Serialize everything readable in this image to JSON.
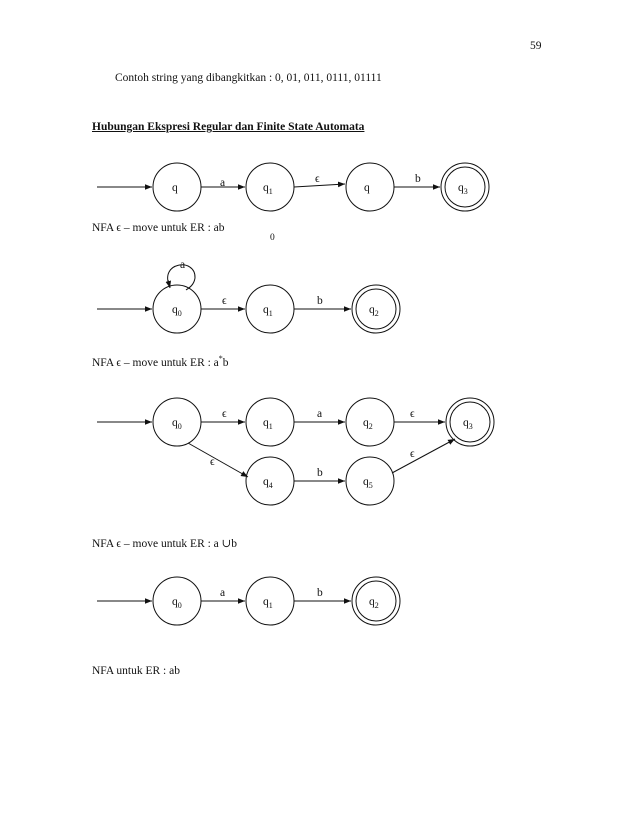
{
  "page_number": "59",
  "intro_text": "Contoh string yang dibangkitkan : 0, 01, 011, 0111, 01111",
  "section_title": "Hubungan Ekspresi Regular dan Finite State Automata",
  "diagrams": [
    {
      "caption": "NFA ϵ – move untuk ER : ab",
      "states": [
        {
          "base": "q",
          "sub": "",
          "final": false
        },
        {
          "base": "q",
          "sub": "1",
          "final": false
        },
        {
          "base": "q",
          "sub": "",
          "final": false
        },
        {
          "base": "q",
          "sub": "3",
          "final": true
        }
      ],
      "edge_labels": [
        "a",
        "ϵ",
        "b"
      ],
      "stray_text": "0"
    },
    {
      "caption": "NFA ϵ – move untuk ER : a",
      "caption_sup": "*",
      "caption_tail": "b",
      "states": [
        {
          "base": "q",
          "sub": "0",
          "final": false
        },
        {
          "base": "q",
          "sub": "1",
          "final": false
        },
        {
          "base": "q",
          "sub": "2",
          "final": true
        }
      ],
      "loop_label": "a",
      "edge_labels": [
        "ϵ",
        "b"
      ]
    },
    {
      "caption": "NFA ϵ – move untuk ER : a ∪b",
      "states": [
        {
          "base": "q",
          "sub": "0",
          "final": false
        },
        {
          "base": "q",
          "sub": "1",
          "final": false
        },
        {
          "base": "q",
          "sub": "2",
          "final": false
        },
        {
          "base": "q",
          "sub": "3",
          "final": true
        },
        {
          "base": "q",
          "sub": "4",
          "final": false
        },
        {
          "base": "q",
          "sub": "5",
          "final": false
        }
      ],
      "edge_labels": [
        "ϵ",
        "a",
        "ϵ",
        "ϵ",
        "b",
        "ϵ"
      ]
    },
    {
      "caption": "NFA untuk ER : ab",
      "states": [
        {
          "base": "q",
          "sub": "0",
          "final": false
        },
        {
          "base": "q",
          "sub": "1",
          "final": false
        },
        {
          "base": "q",
          "sub": "2",
          "final": true
        }
      ],
      "edge_labels": [
        "a",
        "b"
      ]
    }
  ]
}
